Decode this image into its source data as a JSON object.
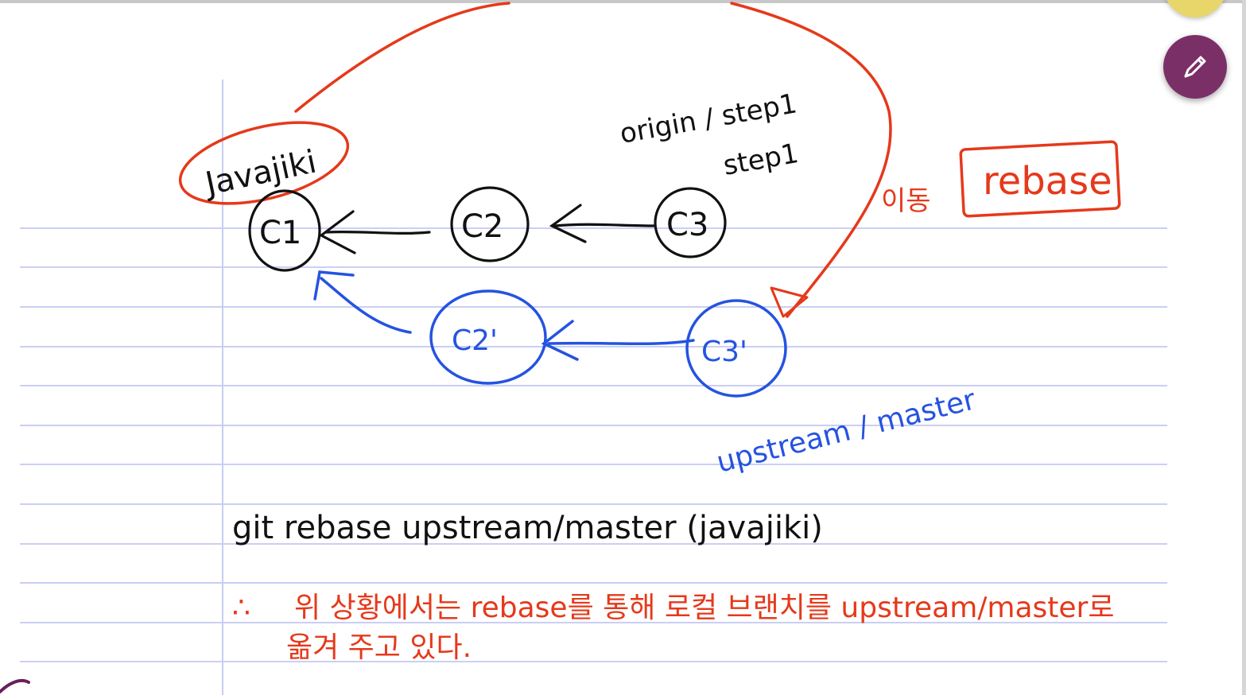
{
  "diagram": {
    "commits_original": [
      "C1",
      "C2",
      "C3"
    ],
    "commits_rebased": [
      "C2'",
      "C3'"
    ],
    "labels": {
      "local_branch": "Javajiki",
      "origin_branch": "origin / step1",
      "step1": "step1",
      "upstream_branch": "upstream / master",
      "move": "이동",
      "rebase": "rebase"
    },
    "command": "git rebase upstream/master (javajiki)",
    "note_symbol": "∴",
    "note_line1": "위 상황에서는 rebase를 통해 로컬 브랜치를 upstream/master로",
    "note_line2": "옮겨 주고 있다."
  },
  "colors": {
    "ink_black": "#111111",
    "ink_blue": "#2553e0",
    "ink_red": "#e5391b",
    "rule_line": "#b9bff0",
    "margin_line": "#c9cdf4",
    "pen_button": "#7b2f67",
    "top_button": "#e9d66a"
  },
  "toolbar": {
    "pen_icon": "pencil-icon"
  }
}
